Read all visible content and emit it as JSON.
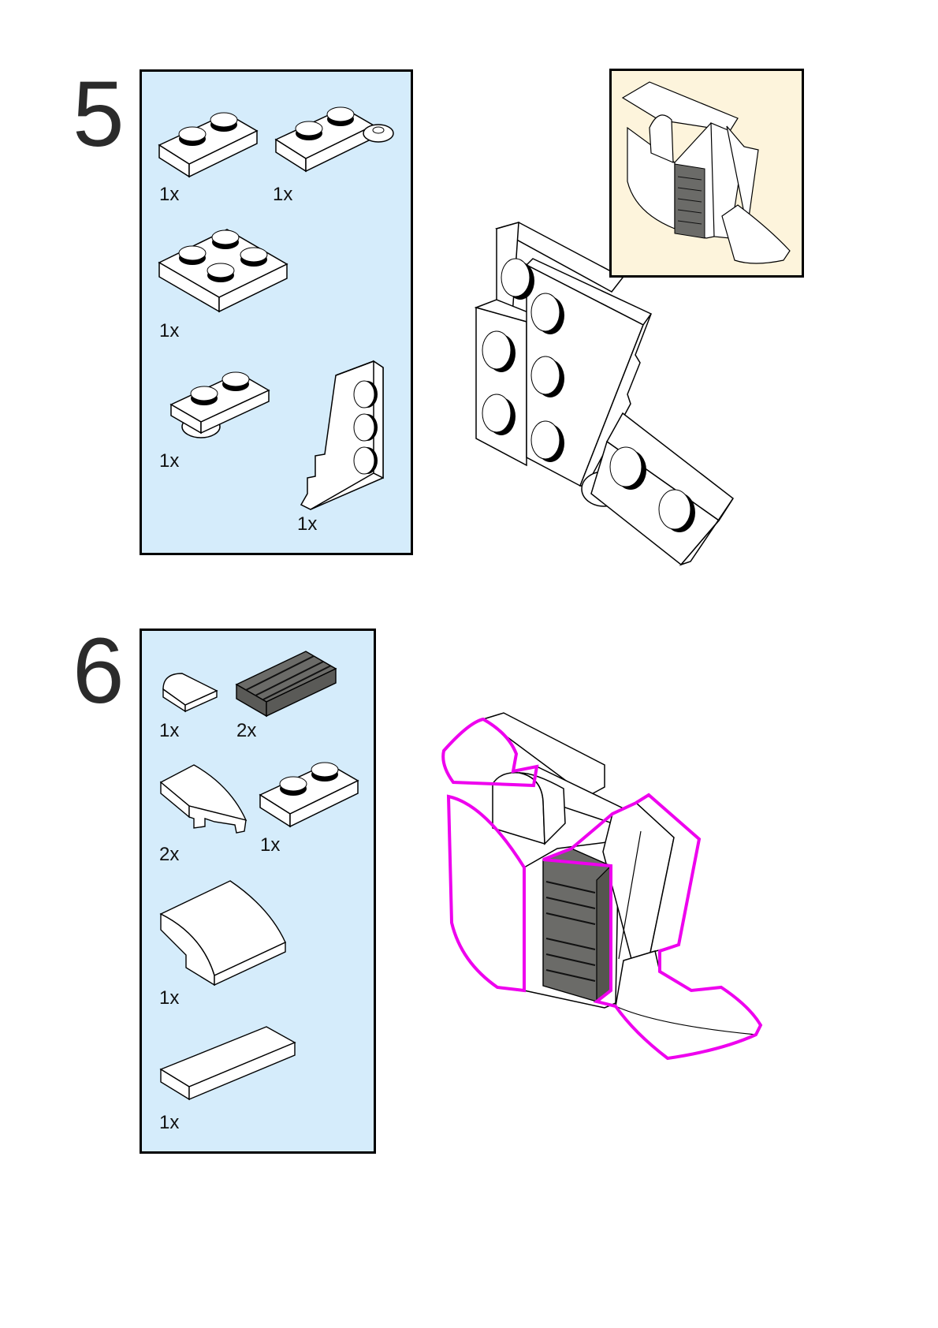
{
  "steps": [
    {
      "number": "5",
      "parts": [
        {
          "name": "plate-1x2",
          "qty": "1x"
        },
        {
          "name": "plate-1x2-ring",
          "qty": "1x"
        },
        {
          "name": "plate-2x2",
          "qty": "1x"
        },
        {
          "name": "plate-1x2-round-end",
          "qty": "1x"
        },
        {
          "name": "wedge-plate",
          "qty": "1x"
        }
      ]
    },
    {
      "number": "6",
      "parts": [
        {
          "name": "tile-round-half",
          "qty": "1x"
        },
        {
          "name": "grille-tile",
          "qty": "2x"
        },
        {
          "name": "wedge-slope",
          "qty": "2x"
        },
        {
          "name": "plate-1x2",
          "qty": "1x"
        },
        {
          "name": "curved-slope",
          "qty": "1x"
        },
        {
          "name": "tile-1x4",
          "qty": "1x"
        }
      ]
    }
  ],
  "colors": {
    "parts_panel": "#d5ecfb",
    "inset_panel": "#fdf4dc",
    "highlight": "#ee00ee",
    "dark_part": "#6b6b68"
  }
}
